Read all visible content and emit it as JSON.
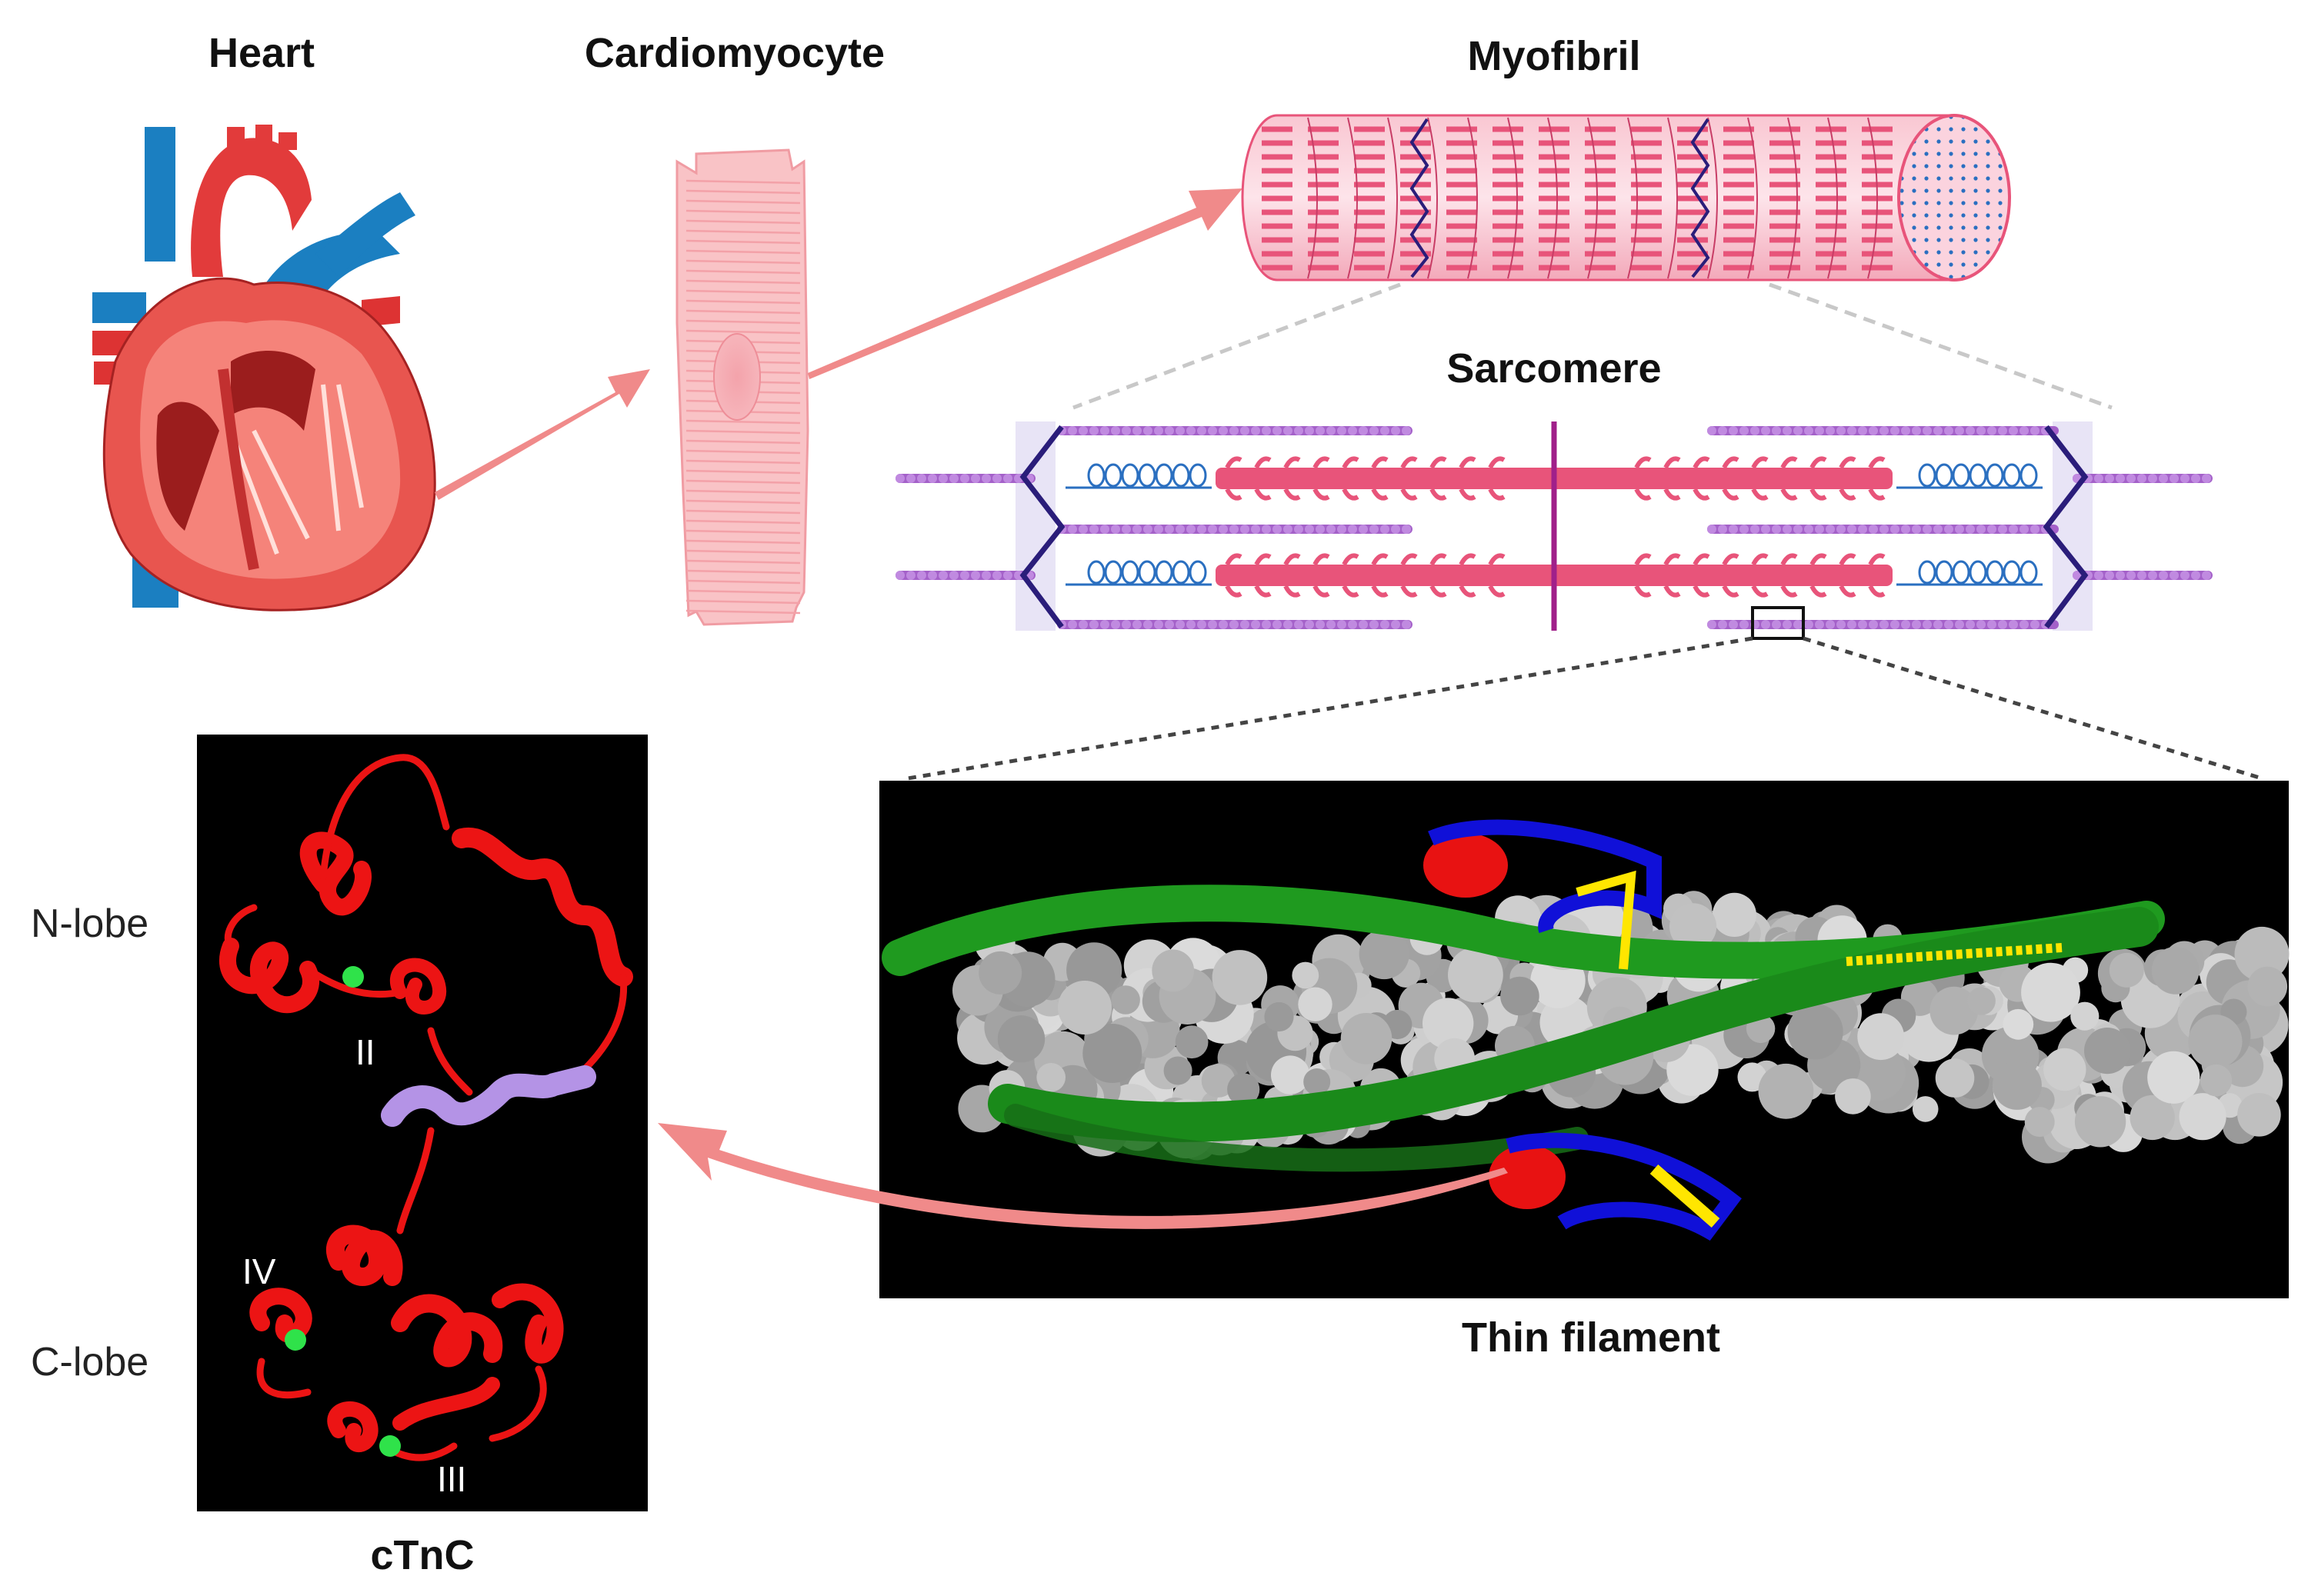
{
  "titles": {
    "heart": "Heart",
    "cardiomyocyte": "Cardiomyocyte",
    "myofibril": "Myofibril",
    "sarcomere": "Sarcomere",
    "thin_filament": "Thin filament",
    "ctnc": "cTnC"
  },
  "lobes": {
    "n_lobe": "N-lobe",
    "c_lobe": "C-lobe"
  },
  "sites": {
    "ii": "II",
    "iii": "III",
    "iv": "IV"
  },
  "colors": {
    "arrow": "#f08a8a",
    "heart_red": "#e23b3b",
    "vessel_blue": "#1b7fc1",
    "myofibril_pink": "#e8547a",
    "actin_purple": "#a461c9",
    "zdisc_navy": "#2a1d7a",
    "mline_magenta": "#a0208a",
    "titin_blue": "#2a6fc0",
    "protein_red": "#e81212",
    "tropomyosin_green": "#1a8a1a",
    "actin_gray": "#b5b5b5",
    "tni_yellow": "#ffe600",
    "tnt_blue": "#1010d8",
    "peptide_lilac": "#b493e6",
    "calcium_green": "#2fe24a"
  }
}
